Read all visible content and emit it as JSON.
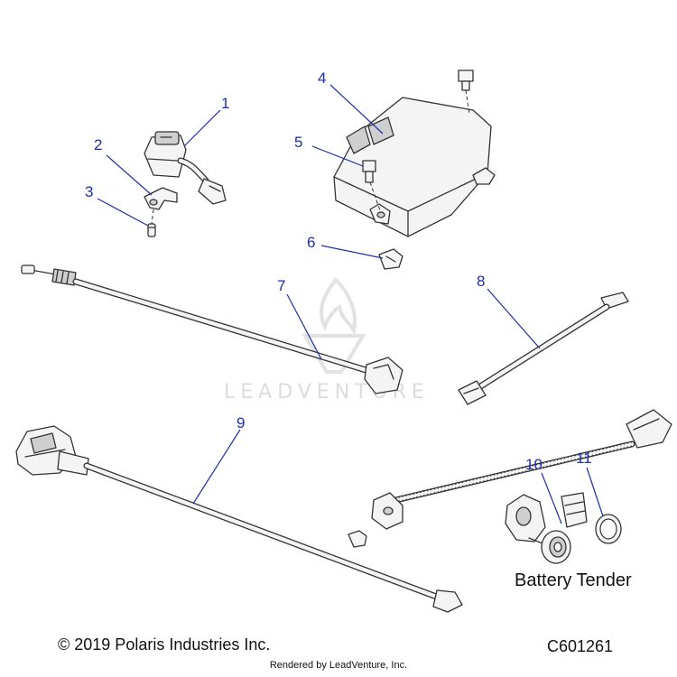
{
  "callouts": [
    {
      "id": "1",
      "label": "1"
    },
    {
      "id": "2",
      "label": "2"
    },
    {
      "id": "3",
      "label": "3"
    },
    {
      "id": "4",
      "label": "4"
    },
    {
      "id": "5",
      "label": "5"
    },
    {
      "id": "6",
      "label": "6"
    },
    {
      "id": "7",
      "label": "7"
    },
    {
      "id": "8",
      "label": "8"
    },
    {
      "id": "9",
      "label": "9"
    },
    {
      "id": "10",
      "label": "10"
    },
    {
      "id": "11",
      "label": "11"
    }
  ],
  "group_label": "Battery Tender",
  "watermark": {
    "text": "LEADVENTURE"
  },
  "footer": {
    "copyright": "© 2019 Polaris Industries Inc.",
    "diagram_code": "C601261",
    "rendered_by": "Rendered by LeadVenture, Inc."
  },
  "colors": {
    "callout": "#1c2fa8",
    "line_art": "#333333",
    "watermark": "#dcdcdc"
  }
}
